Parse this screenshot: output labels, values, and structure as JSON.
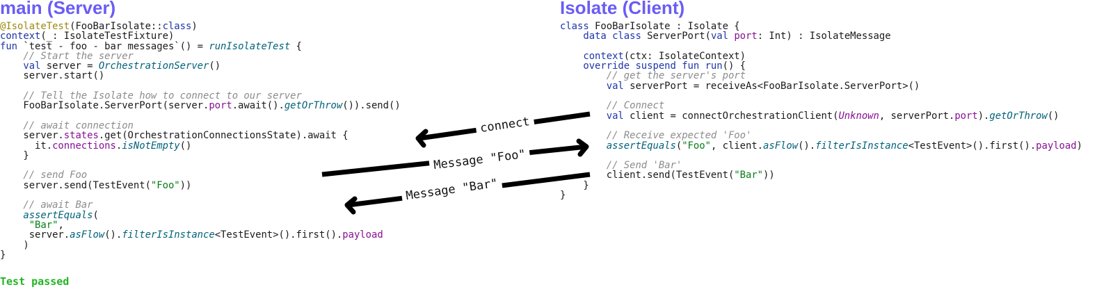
{
  "server": {
    "title": "main (Server)",
    "lines": [
      [
        [
          "@IsolateTest",
          "ann"
        ],
        [
          "(FooBarIsolate::",
          ""
        ],
        [
          "class",
          "kw"
        ],
        [
          ")",
          ""
        ]
      ],
      [
        [
          "context",
          "kw"
        ],
        [
          "(_: IsolateTestFixture)",
          ""
        ]
      ],
      [
        [
          "fun",
          "kw"
        ],
        [
          " `test - foo - bar messages`() = ",
          ""
        ],
        [
          "runIsolateTest",
          "fn"
        ],
        [
          " {",
          ""
        ]
      ],
      [
        [
          "    ",
          ""
        ],
        [
          "// Start the server",
          "cm"
        ]
      ],
      [
        [
          "    ",
          ""
        ],
        [
          "val",
          "kw"
        ],
        [
          " server = ",
          ""
        ],
        [
          "OrchestrationServer",
          "fn"
        ],
        [
          "()",
          ""
        ]
      ],
      [
        [
          "    server.start()",
          ""
        ]
      ],
      [],
      [
        [
          "    ",
          ""
        ],
        [
          "// Tell the Isolate how to connect to our server",
          "cm"
        ]
      ],
      [
        [
          "    FooBarIsolate.ServerPort(server.",
          ""
        ],
        [
          "port",
          "prop"
        ],
        [
          ".await().",
          ""
        ],
        [
          "getOrThrow",
          "fn"
        ],
        [
          "()).send()",
          ""
        ]
      ],
      [],
      [
        [
          "    ",
          ""
        ],
        [
          "// await connection",
          "cm"
        ]
      ],
      [
        [
          "    server.",
          ""
        ],
        [
          "states",
          "prop"
        ],
        [
          ".get(OrchestrationConnectionsState).await {",
          ""
        ]
      ],
      [
        [
          "      it.",
          ""
        ],
        [
          "connections",
          "prop"
        ],
        [
          ".",
          ""
        ],
        [
          "isNotEmpty",
          "fn"
        ],
        [
          "()",
          ""
        ]
      ],
      [
        [
          "    }",
          ""
        ]
      ],
      [],
      [
        [
          "    ",
          ""
        ],
        [
          "// send Foo",
          "cm"
        ]
      ],
      [
        [
          "    server.send(TestEvent(",
          ""
        ],
        [
          "\"Foo\"",
          "str"
        ],
        [
          "))",
          ""
        ]
      ],
      [],
      [
        [
          "    ",
          ""
        ],
        [
          "// await Bar",
          "cm"
        ]
      ],
      [
        [
          "    ",
          ""
        ],
        [
          "assertEquals",
          "fn"
        ],
        [
          "(",
          ""
        ]
      ],
      [
        [
          "     ",
          ""
        ],
        [
          "\"Bar\"",
          "str"
        ],
        [
          ",",
          ""
        ]
      ],
      [
        [
          "     server.",
          ""
        ],
        [
          "asFlow",
          "fn"
        ],
        [
          "().",
          ""
        ],
        [
          "filterIsInstance",
          "fn"
        ],
        [
          "<TestEvent>().first().",
          ""
        ],
        [
          "payload",
          "prop"
        ]
      ],
      [
        [
          "    )",
          ""
        ]
      ],
      [
        [
          "}",
          ""
        ]
      ]
    ],
    "status": "Test passed"
  },
  "client": {
    "title": "Isolate (Client)",
    "lines": [
      [
        [
          "class",
          "kw"
        ],
        [
          " FooBarIsolate : Isolate {",
          ""
        ]
      ],
      [
        [
          "    ",
          ""
        ],
        [
          "data class",
          "kw"
        ],
        [
          " ServerPort(",
          ""
        ],
        [
          "val",
          "kw"
        ],
        [
          " ",
          ""
        ],
        [
          "port",
          "prop"
        ],
        [
          ": Int) : IsolateMessage",
          ""
        ]
      ],
      [],
      [
        [
          "    ",
          ""
        ],
        [
          "context",
          "kw"
        ],
        [
          "(ctx: IsolateContext)",
          ""
        ]
      ],
      [
        [
          "    ",
          ""
        ],
        [
          "override suspend fun",
          "kw"
        ],
        [
          " ",
          ""
        ],
        [
          "run",
          "kw"
        ],
        [
          "() {",
          ""
        ]
      ],
      [
        [
          "        ",
          ""
        ],
        [
          "// get the server's port",
          "cm"
        ]
      ],
      [
        [
          "        ",
          ""
        ],
        [
          "val",
          "kw"
        ],
        [
          " serverPort = receiveAs<FooBarIsolate.ServerPort>()",
          ""
        ]
      ],
      [],
      [
        [
          "        ",
          ""
        ],
        [
          "// Connect",
          "cm"
        ]
      ],
      [
        [
          "        ",
          ""
        ],
        [
          "val",
          "kw"
        ],
        [
          " client = connectOrchestrationClient(",
          ""
        ],
        [
          "Unknown",
          "pi"
        ],
        [
          ", serverPort.",
          ""
        ],
        [
          "port",
          "prop"
        ],
        [
          ").",
          ""
        ],
        [
          "getOrThrow",
          "fn"
        ],
        [
          "()",
          ""
        ]
      ],
      [],
      [
        [
          "        ",
          ""
        ],
        [
          "// Receive expected 'Foo'",
          "cm"
        ]
      ],
      [
        [
          "        ",
          ""
        ],
        [
          "assertEquals",
          "fn"
        ],
        [
          "(",
          ""
        ],
        [
          "\"Foo\"",
          "str"
        ],
        [
          ", client.",
          ""
        ],
        [
          "asFlow",
          "fn"
        ],
        [
          "().",
          ""
        ],
        [
          "filterIsInstance",
          "fn"
        ],
        [
          "<TestEvent>().first().",
          ""
        ],
        [
          "payload",
          "prop"
        ],
        [
          ")",
          ""
        ]
      ],
      [],
      [
        [
          "        ",
          ""
        ],
        [
          "// Send 'Bar'",
          "cm"
        ]
      ],
      [
        [
          "        client.send(TestEvent(",
          ""
        ],
        [
          "\"Bar\"",
          "str"
        ],
        [
          "))",
          ""
        ]
      ],
      [
        [
          "    }",
          ""
        ]
      ],
      [
        [
          "}",
          ""
        ]
      ]
    ]
  },
  "arrows": [
    {
      "label": "connect",
      "direction": "to-server"
    },
    {
      "label": "Message \"Foo\"",
      "direction": "to-client"
    },
    {
      "label": "Message \"Bar\"",
      "direction": "to-server"
    }
  ]
}
